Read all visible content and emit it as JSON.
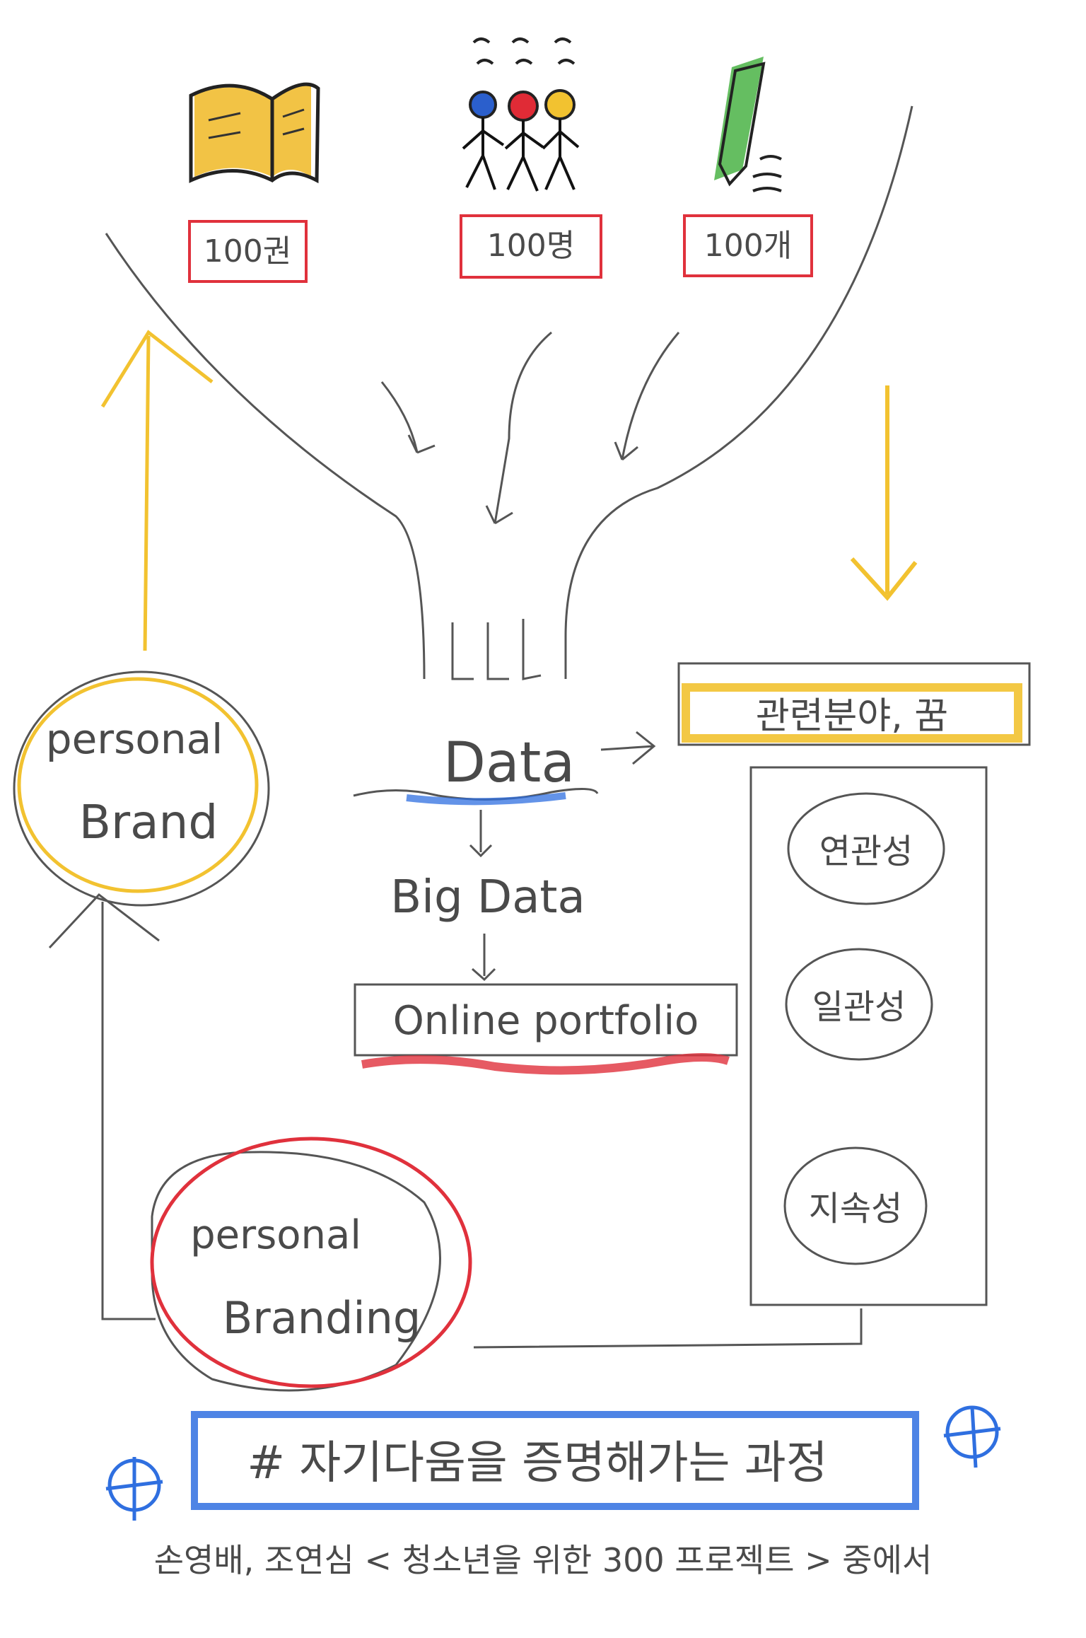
{
  "inputs": [
    {
      "icon": "book-icon",
      "label": "100권"
    },
    {
      "icon": "people-icon",
      "label": "100명"
    },
    {
      "icon": "pen-icon",
      "label": "100개"
    }
  ],
  "center": {
    "data": "Data",
    "big_data": "Big Data",
    "online_portfolio": "Online portfolio"
  },
  "field_box": {
    "title": "관련분야, 꿈",
    "qualities": [
      "연관성",
      "일관성",
      "지속성"
    ]
  },
  "personal_brand": {
    "line1": "personal",
    "line2": "Brand"
  },
  "personal_branding": {
    "line1": "personal",
    "line2": "Branding"
  },
  "tagline": "# 자기다움을   증명해가는   과정",
  "source": "손영배, 조연심 < 청소년을 위한 300 프로젝트 > 중에서",
  "colors": {
    "yellow": "#f2c230",
    "red": "#e0313c",
    "blue": "#2f6fe0",
    "green": "#3fae3a",
    "ink": "#4a4a4a"
  }
}
